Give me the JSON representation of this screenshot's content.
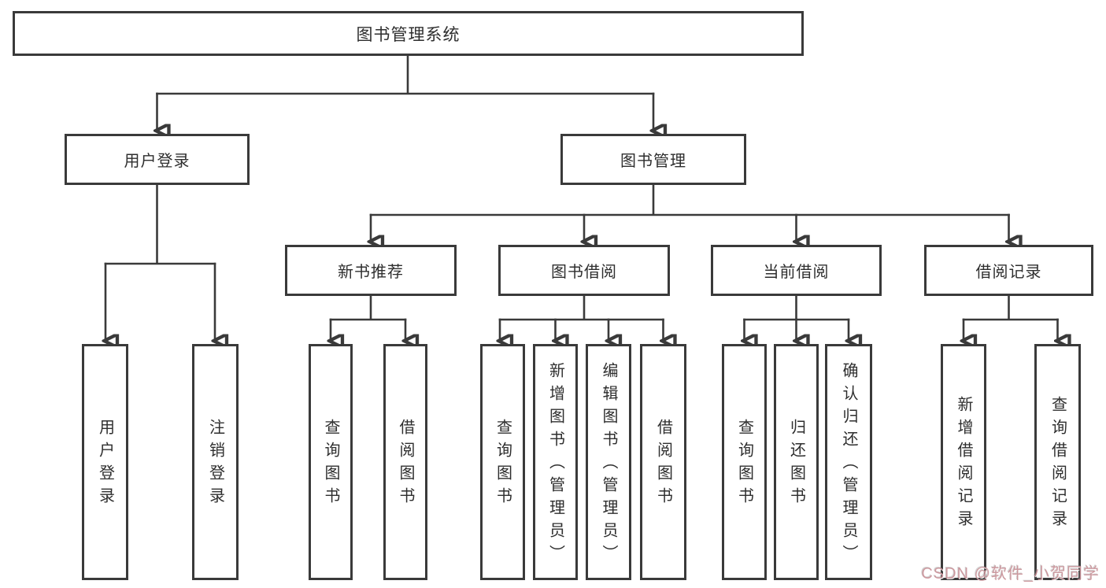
{
  "diagram": {
    "colors": {
      "background": "#ffffff",
      "line": "#3a3a3a",
      "box_border": "#3a3a3a",
      "box_fill": "#ffffff",
      "text": "#2e2e2e",
      "watermark": "#c68990"
    },
    "nodes": {
      "root": {
        "label": "图书管理系统"
      },
      "user_login": {
        "label": "用户登录"
      },
      "book_mgmt": {
        "label": "图书管理"
      },
      "new_book": {
        "label": "新书推荐"
      },
      "book_borrow": {
        "label": "图书借阅"
      },
      "current_borrow": {
        "label": "当前借阅"
      },
      "borrow_record": {
        "label": "借阅记录"
      },
      "leaf_user_login": {
        "label": "用户登录"
      },
      "leaf_logout": {
        "label": "注销登录"
      },
      "leaf_nb_query": {
        "label": "查询图书"
      },
      "leaf_nb_borrow": {
        "label": "借阅图书"
      },
      "leaf_bb_query": {
        "label": "查询图书"
      },
      "leaf_bb_add": {
        "label": "新增图书（管理员）"
      },
      "leaf_bb_edit": {
        "label": "编辑图书（管理员）"
      },
      "leaf_bb_borrow": {
        "label": "借阅图书"
      },
      "leaf_cb_query": {
        "label": "查询图书"
      },
      "leaf_cb_return": {
        "label": "归还图书"
      },
      "leaf_cb_confirm": {
        "label": "确认归还（管理员）"
      },
      "leaf_br_add": {
        "label": "新增借阅记录"
      },
      "leaf_br_query": {
        "label": "查询借阅记录"
      }
    },
    "hierarchy": {
      "图书管理系统": {
        "用户登录": [
          "用户登录",
          "注销登录"
        ],
        "图书管理": {
          "新书推荐": [
            "查询图书",
            "借阅图书"
          ],
          "图书借阅": [
            "查询图书",
            "新增图书（管理员）",
            "编辑图书（管理员）",
            "借阅图书"
          ],
          "当前借阅": [
            "查询图书",
            "归还图书",
            "确认归还（管理员）"
          ],
          "借阅记录": [
            "新增借阅记录",
            "查询借阅记录"
          ]
        }
      }
    },
    "watermark": {
      "text": "CSDN @软件_小贺同学"
    }
  }
}
